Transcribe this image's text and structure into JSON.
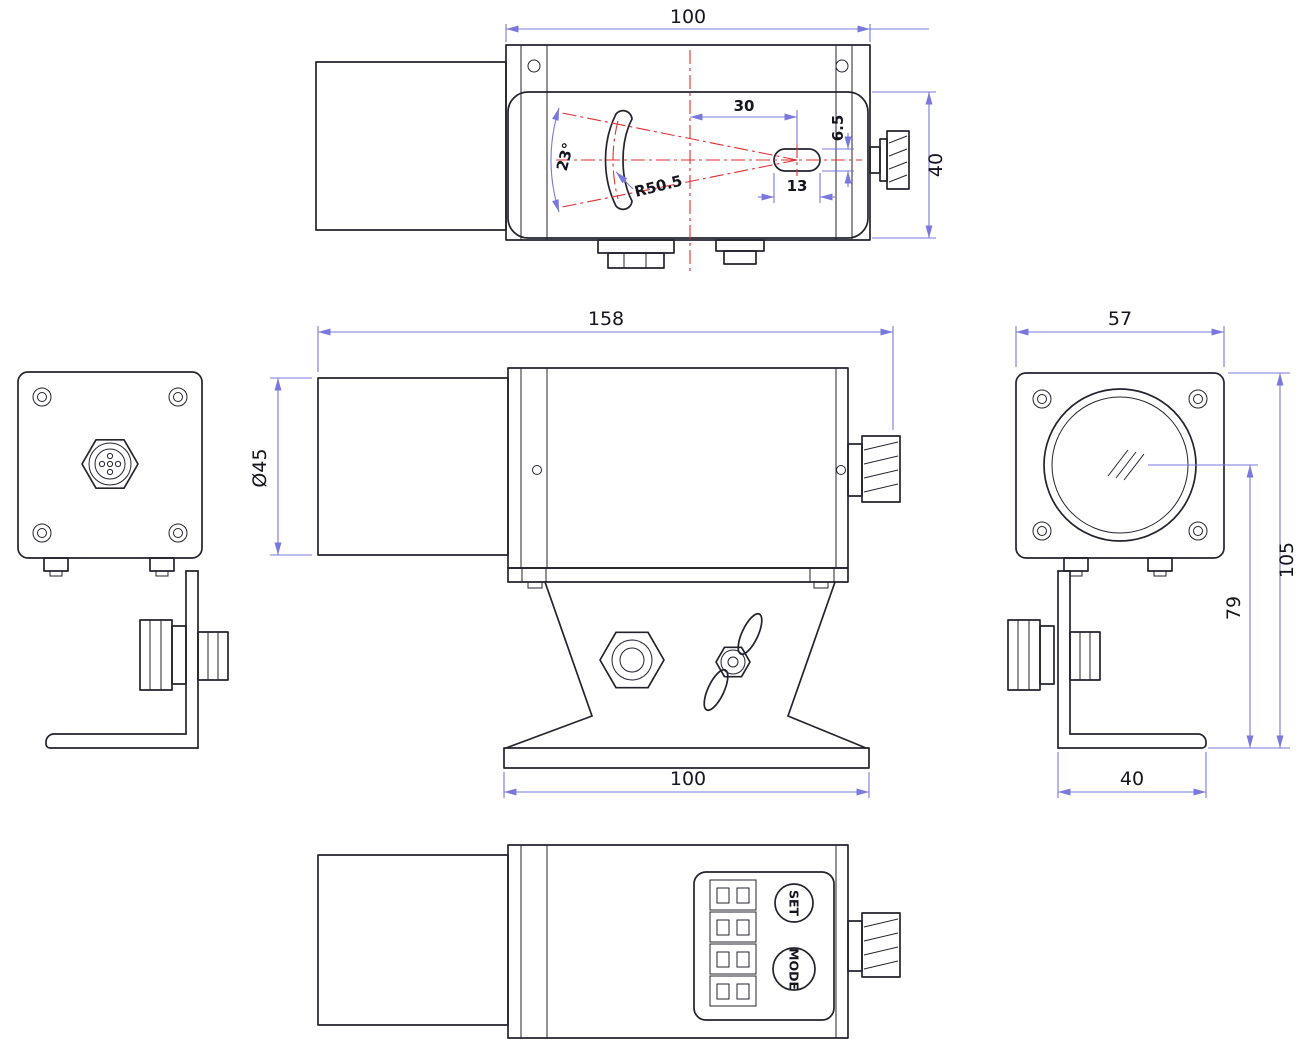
{
  "drawing": {
    "colors": {
      "object_line": "#23232e",
      "dimension_line": "#7878dd",
      "center_line": "#e23030",
      "text": "#15151f"
    },
    "top_view": {
      "width": "100",
      "hole_offset": "30",
      "slot_height": "6.5",
      "slot_length": "13",
      "swivel_angle": "23°",
      "slot_radius": "R50.5",
      "depth": "40"
    },
    "front_view": {
      "length": "158",
      "barrel_diameter": "Ø45",
      "base_width": "100"
    },
    "side_view": {
      "width": "57",
      "overall_height": "105",
      "axis_height": "79",
      "base_depth": "40"
    },
    "bottom_view": {
      "set_button": "SET",
      "mode_button": "MODE"
    }
  }
}
